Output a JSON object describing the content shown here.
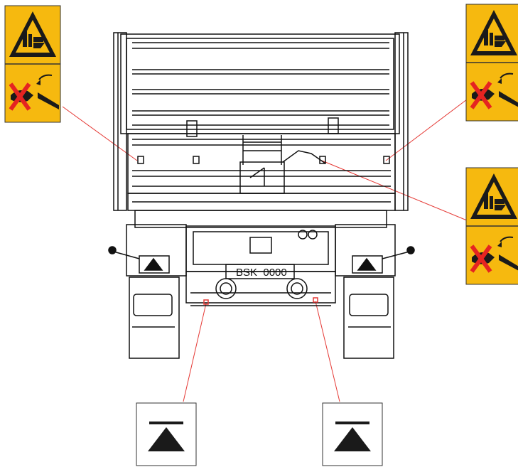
{
  "diagram": {
    "license_plate_text": "BSK  0000",
    "colors": {
      "line": "#111111",
      "leader_line": "#e53935",
      "warning_yellow": "#f6b90f",
      "cross_red": "#e52421",
      "symbol_black": "#1a1a1a"
    },
    "crush_hazard_labels": [
      {
        "id": "top-left",
        "icon": "hand-crush-hazard-icon"
      },
      {
        "id": "top-right",
        "icon": "hand-crush-hazard-icon"
      },
      {
        "id": "mid-right",
        "icon": "hand-crush-hazard-icon"
      }
    ],
    "jack_point_labels": [
      {
        "id": "bottom-left",
        "icon": "jack-point-triangle-icon"
      },
      {
        "id": "bottom-right",
        "icon": "jack-point-triangle-icon"
      }
    ]
  }
}
